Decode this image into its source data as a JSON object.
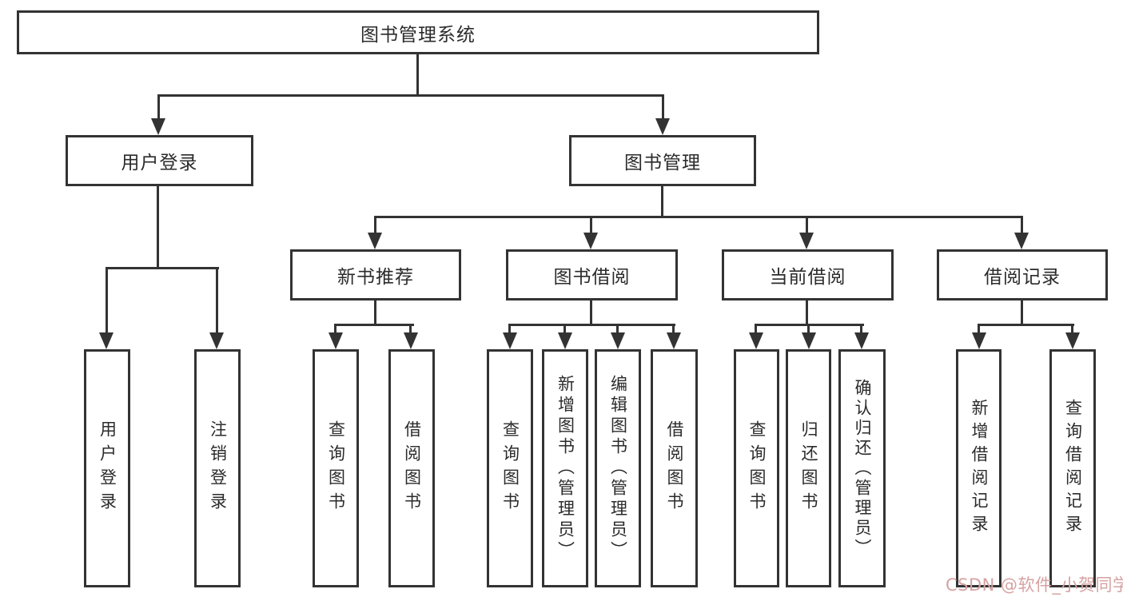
{
  "diagram": {
    "type": "tree",
    "tree": {
      "root": "图书管理系统",
      "branches": [
        {
          "label": "用户登录",
          "leaves": [
            "用户登录",
            "注销登录"
          ]
        },
        {
          "label": "图书管理",
          "groups": [
            {
              "label": "新书推荐",
              "leaves": [
                "查询图书",
                "借阅图书"
              ]
            },
            {
              "label": "图书借阅",
              "leaves": [
                "查询图书",
                "新增图书（管理员）",
                "编辑图书（管理员）",
                "借阅图书"
              ]
            },
            {
              "label": "当前借阅",
              "leaves": [
                "查询图书",
                "归还图书",
                "确认归还（管理员）"
              ]
            },
            {
              "label": "借阅记录",
              "leaves": [
                "新增借阅记录",
                "查询借阅记录"
              ]
            }
          ]
        }
      ]
    }
  },
  "watermark": {
    "text": "CSDN @软件_小贺同学",
    "color": "#d6a2a2"
  },
  "colors": {
    "line": "#333333",
    "box_border": "#333333",
    "box_fill": "#ffffff",
    "text": "#2b2b2b",
    "background": "#ffffff"
  }
}
